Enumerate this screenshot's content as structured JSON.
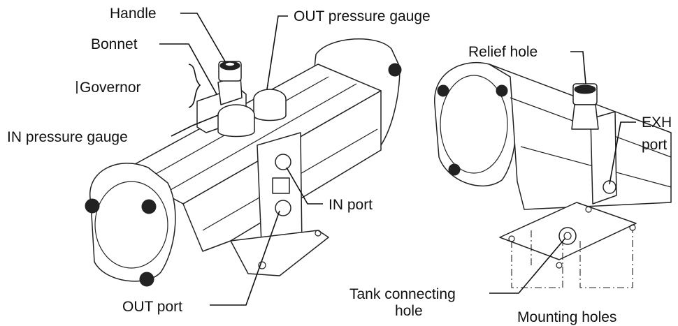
{
  "labels": {
    "handle": "Handle",
    "bonnet": "Bonnet",
    "governor": "Governor",
    "in_pressure_gauge": "IN pressure gauge",
    "out_pressure_gauge": "OUT pressure gauge",
    "in_port": "IN port",
    "out_port": "OUT port",
    "relief_hole": "Relief hole",
    "exh_port_line1": "EXH",
    "exh_port_line2": "port",
    "tank_hole_line1": "Tank connecting",
    "tank_hole_line2": "hole",
    "mounting_holes": "Mounting holes"
  }
}
